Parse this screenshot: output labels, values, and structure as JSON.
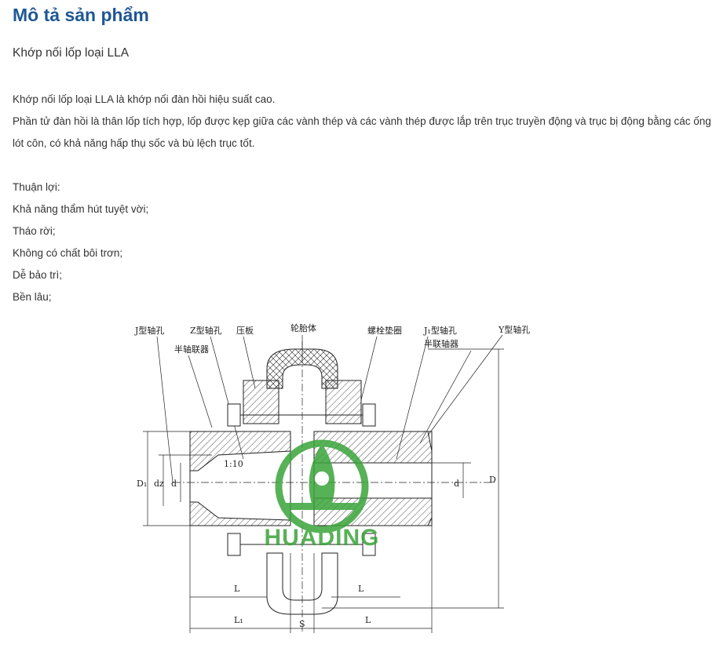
{
  "section": {
    "heading": "Mô tả sản phẩm",
    "subtitle": "Khớp nối lốp loại LLA"
  },
  "description": {
    "line1": "Khớp nối lốp loại LLA là khớp nối đàn hồi hiệu suất cao.",
    "line2": "Phần tử đàn hồi là thân lốp tích hợp, lốp được kẹp giữa các vành thép và các vành thép được lắp trên trục truyền động và trục bị động bằng các ống lót côn, có khả năng hấp thụ sốc và bù lệch trục tốt."
  },
  "advantages": {
    "title": "Thuận lợi:",
    "items": [
      "Khả năng thẩm hút tuyệt vời;",
      "Tháo rời;",
      "Không có chất bôi trơn;",
      "Dễ bảo trì;",
      "Bền lâu;"
    ]
  },
  "diagram": {
    "labels": {
      "j_bore": "J型轴孔",
      "z_bore": "Z型轴孔",
      "pressure_plate": "压板",
      "tire_body": "轮胎体",
      "bolt_washer": "螺栓垫圈",
      "j1_bore": "J₁型轴孔",
      "y_bore": "Y型轴孔",
      "half_coupling_left": "半轴联器",
      "half_coupling_right": "半联轴器",
      "taper": "1:10"
    },
    "dimensions": {
      "d1": "D₁",
      "dz": "dz",
      "d_left": "d",
      "d_right": "d",
      "D": "D",
      "L_upper_left": "L",
      "L_upper_right": "L",
      "L1": "L₁",
      "S": "S",
      "L_lower_right": "L"
    },
    "watermark": "HUADING",
    "colors": {
      "watermark_green": "#3aa43a",
      "line": "#222222"
    }
  }
}
